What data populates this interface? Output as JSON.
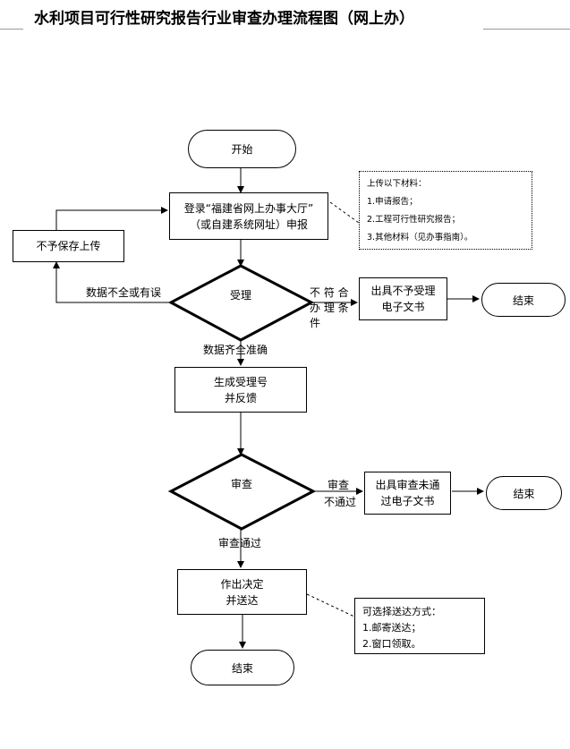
{
  "title": "水利项目可行性研究报告行业审查办理流程图（网上办）",
  "nodes": {
    "start": "开始",
    "submit_line1": "登录“福建省网上办事大厅”",
    "submit_line2": "（或自建系统网址）申报",
    "not_saved": "不予保存上传",
    "accept": "受理",
    "reject_doc_line1": "出具不予受理",
    "reject_doc_line2": "电子文书",
    "end1": "结束",
    "gen_no_line1": "生成受理号",
    "gen_no_line2": "并反馈",
    "review": "审查",
    "fail_doc_line1": "出具审查未通",
    "fail_doc_line2": "过电子文书",
    "end2": "结束",
    "decide_line1": "作出决定",
    "decide_line2": "并送达",
    "end3": "结束"
  },
  "edge_labels": {
    "incomplete": "数据不全或有误",
    "not_meet_line1": "不 符 合",
    "not_meet_line2": "办 理 条",
    "not_meet_line3": "件",
    "complete": "数据齐全准确",
    "review_fail_line1": "审查",
    "review_fail_line2": "不通过",
    "review_pass": "审查通过"
  },
  "notes": {
    "materials": {
      "heading": "上传以下材料：",
      "items": [
        "1.申请报告；",
        "2.工程可行性研究报告；",
        "3.其他材料（见办事指南）。"
      ]
    },
    "delivery": {
      "heading": "可选择送达方式：",
      "items": [
        "1.邮寄送达；",
        "2.窗口领取。"
      ]
    }
  }
}
